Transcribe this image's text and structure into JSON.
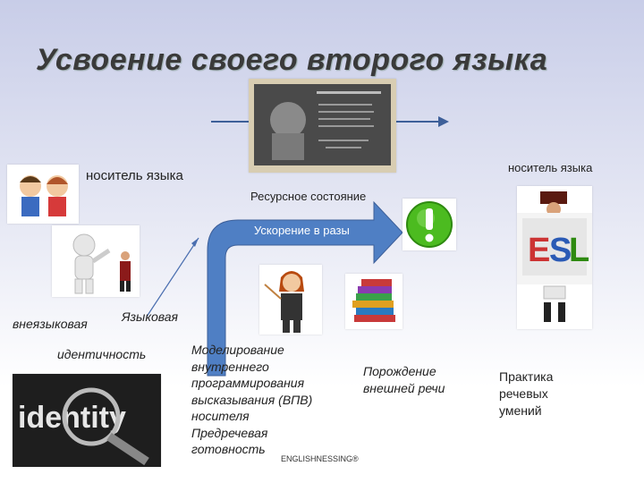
{
  "title": "Усвоение  своего второго языка",
  "labels": {
    "native_speaker_left": "носитель языка",
    "native_speaker_right": "носитель языка",
    "resource_state": "Ресурсное состояние",
    "acceleration": "Ускорение в разы",
    "extralinguistic": "внеязыковая",
    "linguistic": "Языковая",
    "identity": "идентичность",
    "modeling_lines": [
      "Моделирование",
      "внутреннего",
      "программирования",
      "высказывания (ВПВ)",
      "носителя",
      "Предречевая",
      "готовность"
    ],
    "generation": [
      "Порождение",
      "внешней речи"
    ],
    "practice": [
      "Практика",
      "речевых",
      "умений"
    ],
    "brand": "ENGLISHNESSING®"
  },
  "icons": {
    "exclamation": "exclamation-icon",
    "identity_word": "identity",
    "esl_letters": "ESL"
  },
  "colors": {
    "arrow_blue": "#4f7fc4",
    "green": "#4cbb20"
  }
}
